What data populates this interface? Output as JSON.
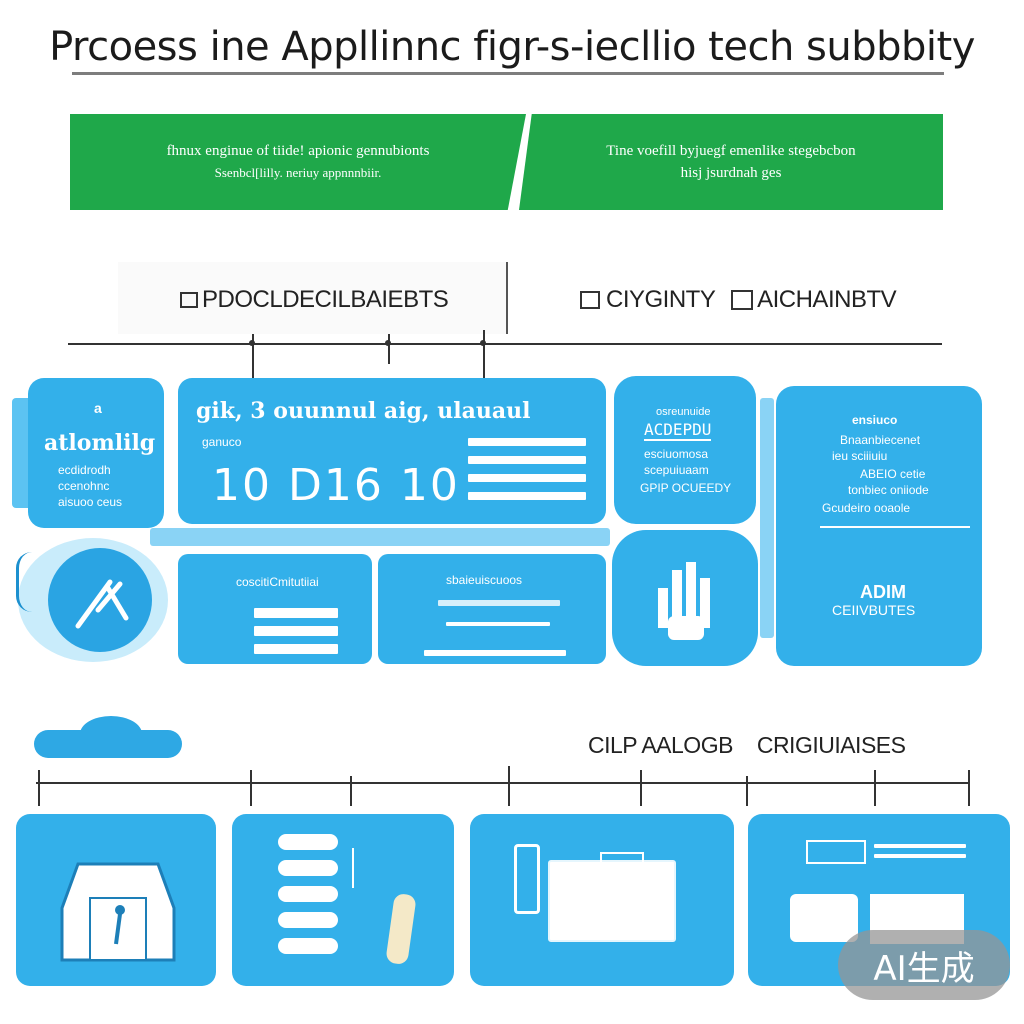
{
  "header": {
    "title": "Prcoess ine Appllinnc figr-s-iecllio tech subbbity"
  },
  "banners": {
    "left_line1": "fhnux enginue of tiide! apionic gennubionts",
    "left_line2": "Ssenbcl[lilly. neriuy appnnnbiir.",
    "right_line1": "Tine voefill byjuegf emenlike stegebcbon",
    "right_line2": "hisj jsurdnah ges"
  },
  "section1": {
    "left_heading": "PDOCLDECILBAIEBTS",
    "right_heading": "CIYGINTY",
    "right_heading_b": "AICHAINBTV"
  },
  "cards": {
    "card1_small": "a",
    "card1_title": "atlomlilg",
    "card1_line1": "ecdidrodh",
    "card1_line2": "ccenohnc",
    "card1_line3": "aisuoo ceus",
    "card2_header": "gik, 3 ouunnul  aig, ulauaul",
    "card2_sub": "ganuco",
    "card2_number": "10 D16 10",
    "card3_line1": "osreunuide",
    "card3_line2": "ACDEPDU",
    "card3_line3": "esciuomosa",
    "card3_line4": "scepuiuaam",
    "card3_line5": "GPIP OCUEEDY",
    "card4_line1": "ensiuco",
    "card4_line2": "Bnaanbiecenet",
    "card4_line3": "ieu sciiiuiu",
    "card4_line4": "ABEIO cetie",
    "card4_line5": "tonbiec oniiode",
    "card4_line6": "Gcudeiro ooaole",
    "card4_line7": "ADIM",
    "card4_line8": "CEIIVBUTES",
    "card5_title": "coscitiCmitutiiai",
    "card6_title": "sbaieuiscuoos"
  },
  "section2": {
    "heading": "CILP AALOGB",
    "heading_b": "CRIGIUIAISES"
  },
  "badge": {
    "label": "AI生成"
  },
  "colors": {
    "green": "#1fa84a",
    "blue": "#33b0ea",
    "white": "#ffffff"
  }
}
